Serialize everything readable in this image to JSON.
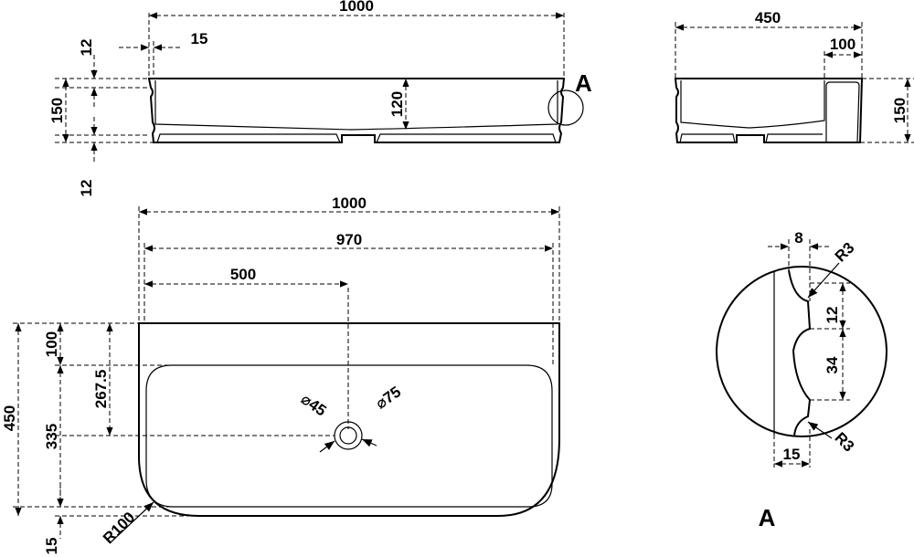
{
  "front_view": {
    "width": "1000",
    "lip": "15",
    "top_groove": "12",
    "bottom_groove": "12",
    "height": "150",
    "depth": "120",
    "detail_ref": "A"
  },
  "side_view": {
    "width": "450",
    "shelf": "100",
    "height": "150"
  },
  "top_view": {
    "width": "1000",
    "inner_width": "970",
    "drain_x": "500",
    "shelf_depth": "100",
    "drain_y": "267.5",
    "bowl_depth": "335",
    "depth": "450",
    "front_lip": "15",
    "corner_radius": "R100",
    "drain_inner": "⌀45",
    "drain_outer": "⌀75"
  },
  "detail_a": {
    "groove_width": "8",
    "radius_top": "R3",
    "groove_height": "12",
    "bead_height": "34",
    "lip": "15",
    "radius_bottom": "R3",
    "label": "A"
  },
  "colors": {
    "line": "#000000",
    "background": "#ffffff"
  }
}
